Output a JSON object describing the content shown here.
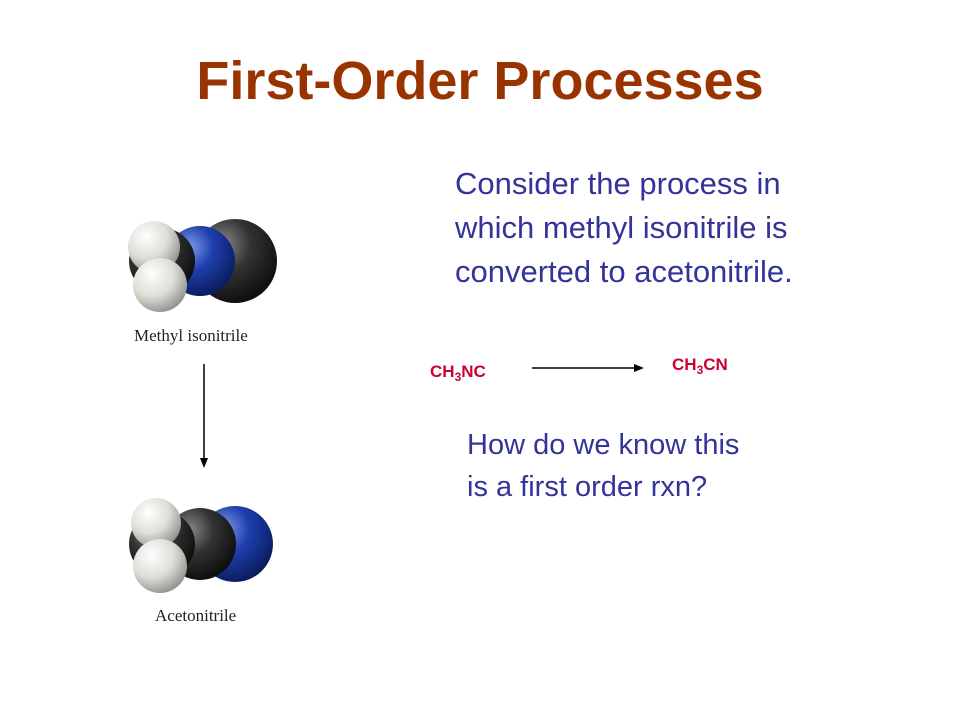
{
  "slide": {
    "title": "First-Order Processes",
    "description_lines": [
      "Consider the process in",
      "which methyl isonitrile is",
      "converted to acetonitrile."
    ],
    "question_lines": [
      "How do we know this",
      "is a first order rxn?"
    ]
  },
  "reaction": {
    "reactant": {
      "prefix": "CH",
      "sub": "3",
      "suffix": "NC"
    },
    "product": {
      "prefix": "CH",
      "sub": "3",
      "suffix": "CN"
    }
  },
  "molecules": {
    "top_label": "Methyl isonitrile",
    "bottom_label": "Acetonitrile"
  },
  "colors": {
    "title": "#993300",
    "body_text": "#333399",
    "formula": "#cc0033",
    "nitrogen": "#1e3c9a",
    "carbon": "#2a2a2a",
    "hydrogen": "#e4e6e0"
  }
}
